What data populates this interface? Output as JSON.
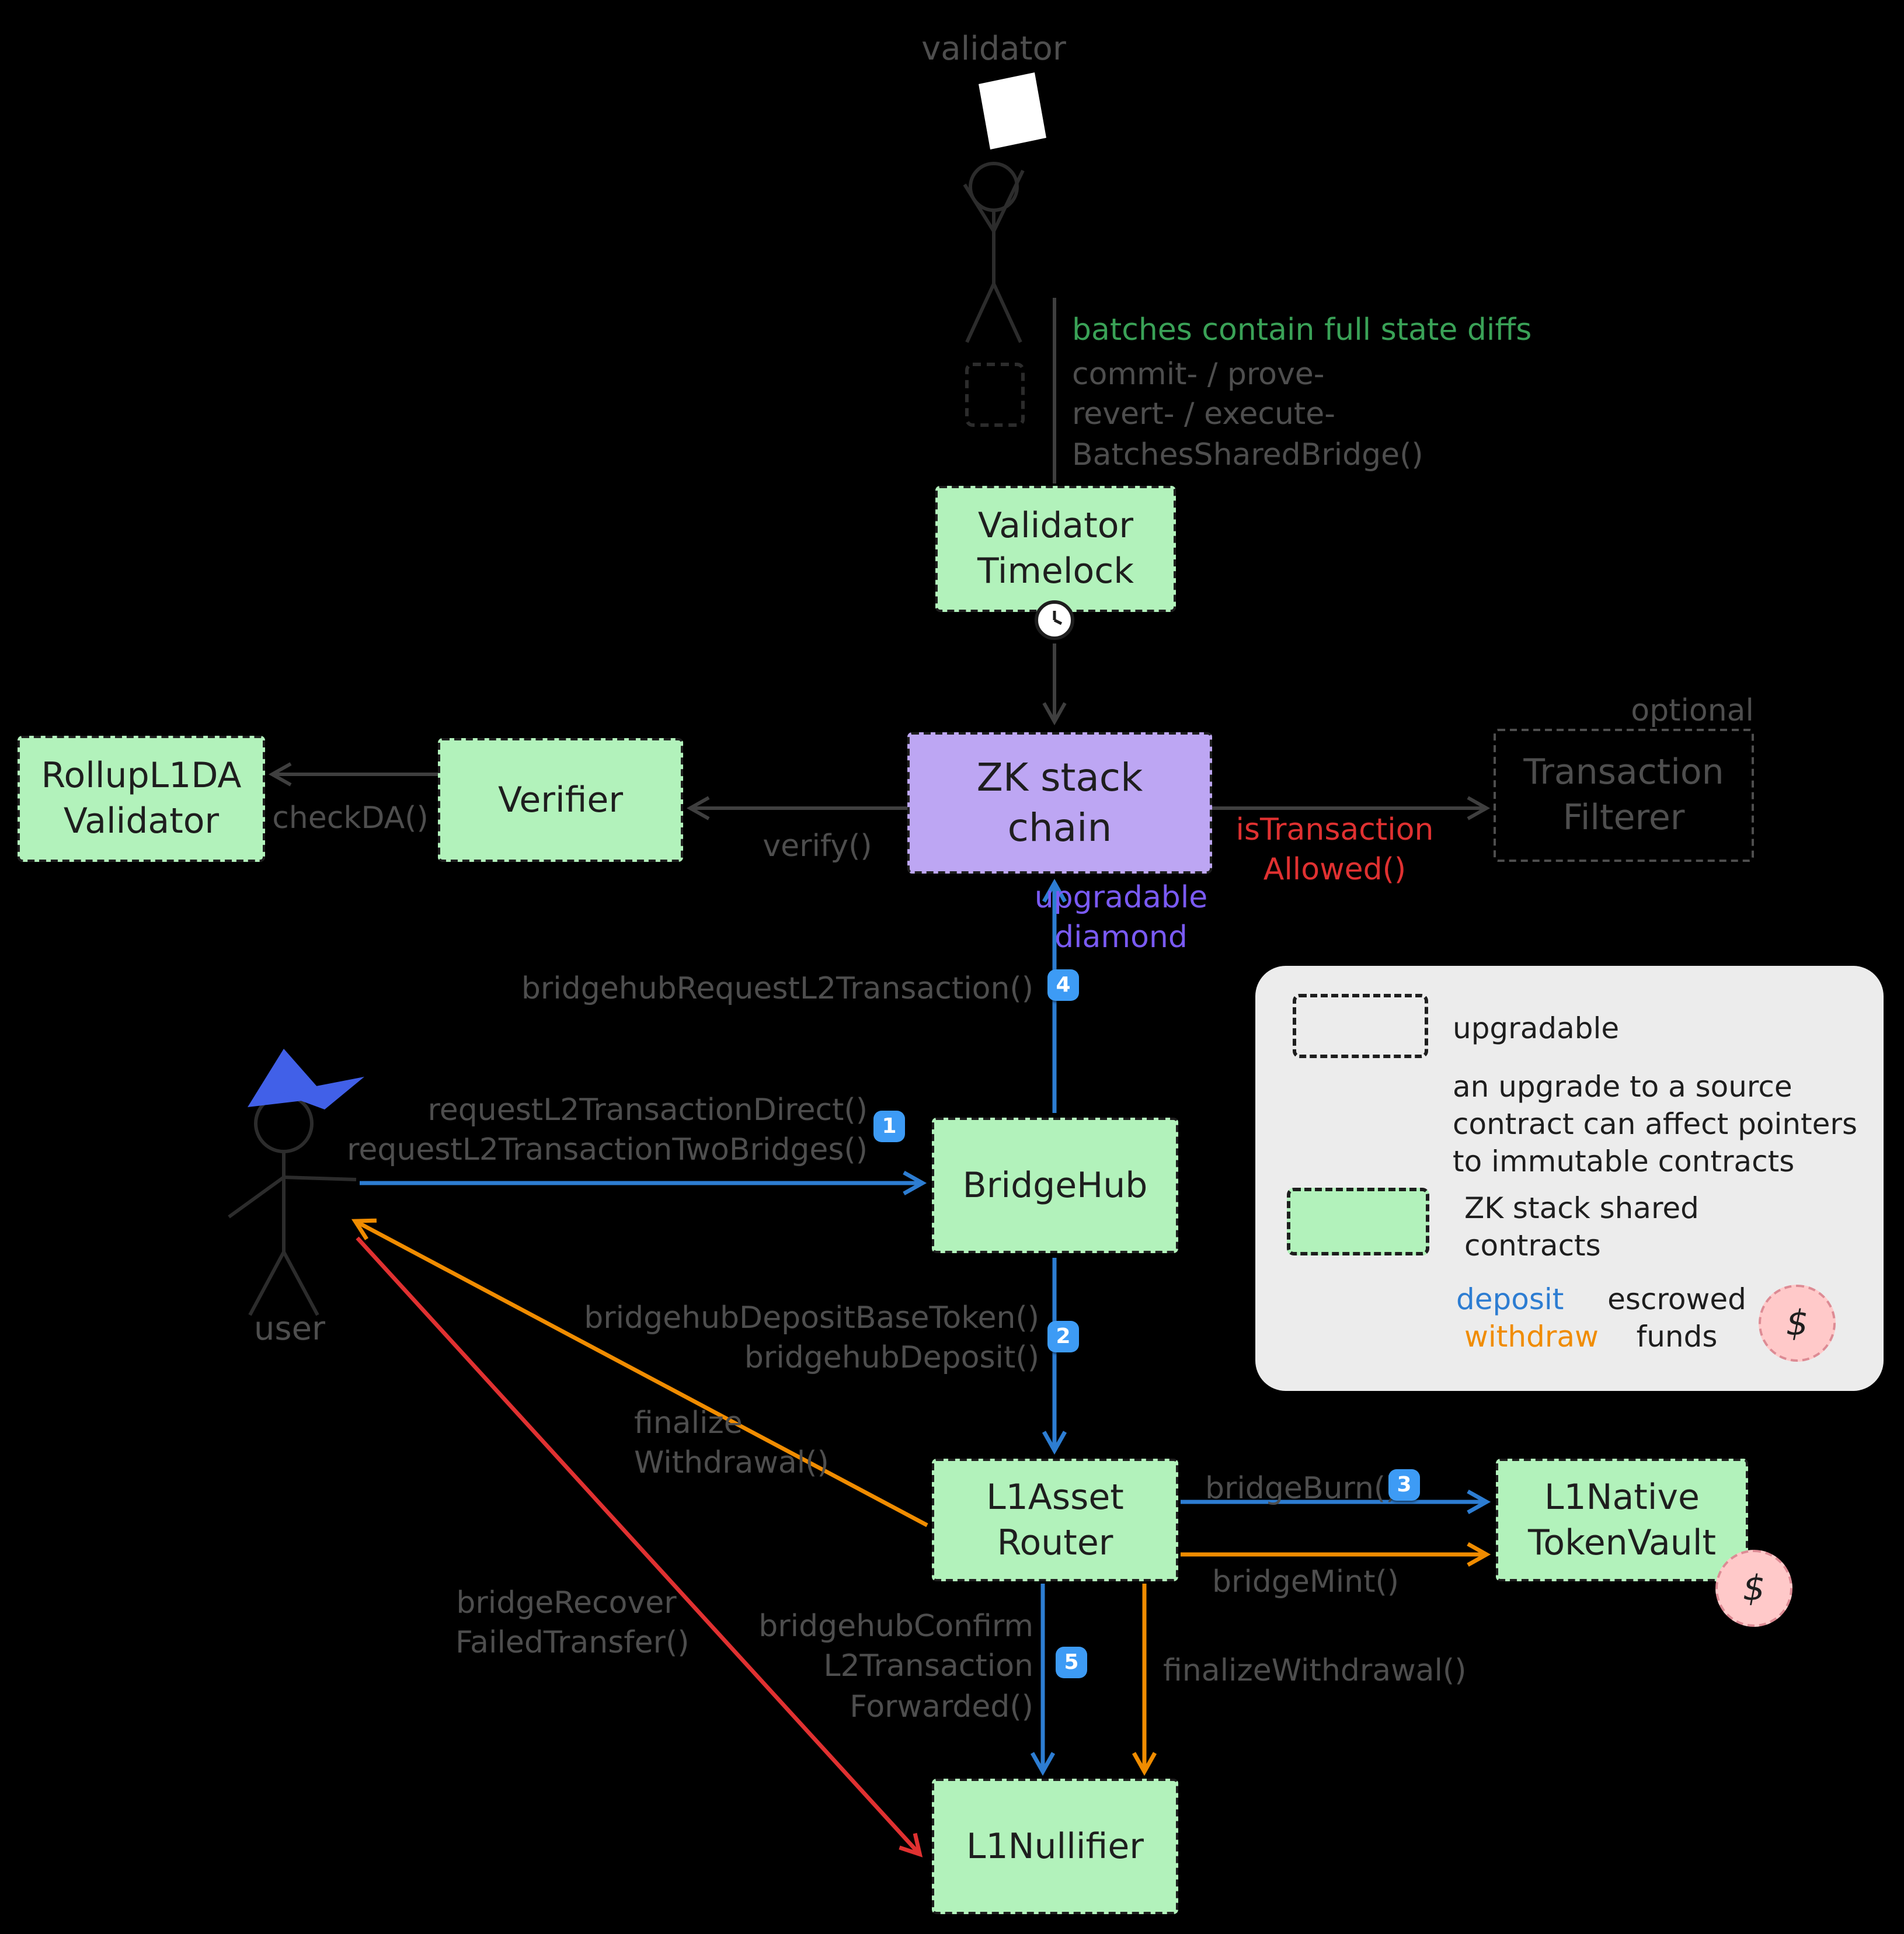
{
  "colors": {
    "background": "#000000",
    "node_green": "#b2f2bb",
    "node_purple": "#bda6f3",
    "gray_label": "#4e4e4e",
    "green_text": "#3aa257",
    "red_text": "#e03131",
    "purple_text": "#7a5af5",
    "blue_arrow": "#2d7dd2",
    "orange_arrow": "#f08c00",
    "red_arrow": "#e03131",
    "badge_blue": "#3d9bf5",
    "legend_bg": "#ececec",
    "escrow_pink": "#ffc9c9"
  },
  "actors": {
    "validator_label": "validator",
    "user_label": "user"
  },
  "nodes": {
    "validator_timelock": "Validator\nTimelock",
    "zk_stack_chain": "ZK stack\nchain",
    "verifier": "Verifier",
    "rollup_l1da_validator": "RollupL1DA\nValidator",
    "transaction_filterer": "Transaction\nFilterer",
    "bridgehub": "BridgeHub",
    "l1_asset_router": "L1Asset\nRouter",
    "l1_native_token_vault": "L1Native\nTokenVault",
    "l1_nullifier": "L1Nullifier"
  },
  "edge_labels": {
    "batches_note": "batches contain full state diffs",
    "commit_prove": "commit- / prove-\nrevert- / execute-\nBatchesSharedBridge()",
    "check_da": "checkDA()",
    "verify": "verify()",
    "optional": "optional",
    "is_transaction_allowed": "isTransaction\nAllowed()",
    "upgradable_diamond": "upgradable\ndiamond",
    "bridgehub_request": "bridgehubRequestL2Transaction()",
    "request_direct": "requestL2TransactionDirect()\nrequestL2TransactionTwoBridges()",
    "bridgehub_deposit": "bridgehubDepositBaseToken()\nbridgehubDeposit()",
    "finalize_withdrawal_user": "finalize\nWithdrawal()",
    "bridge_burn": "bridgeBurn()",
    "bridge_mint": "bridgeMint()",
    "bridgehub_confirm": "bridgehubConfirm\nL2Transaction\nForwarded()",
    "finalize_withdrawal": "finalizeWithdrawal()",
    "bridge_recover": "bridgeRecover\nFailedTransfer()"
  },
  "badges": {
    "b1": "1",
    "b2": "2",
    "b3": "3",
    "b4": "4",
    "b5": "5"
  },
  "legend": {
    "upgradable": "upgradable",
    "upgrade_note": "an upgrade to a source\ncontract can affect pointers\nto immutable contracts",
    "shared_contracts": "ZK stack shared\ncontracts",
    "deposit": "deposit",
    "withdraw": "withdraw",
    "escrowed": "escrowed\nfunds",
    "dollar": "$"
  }
}
